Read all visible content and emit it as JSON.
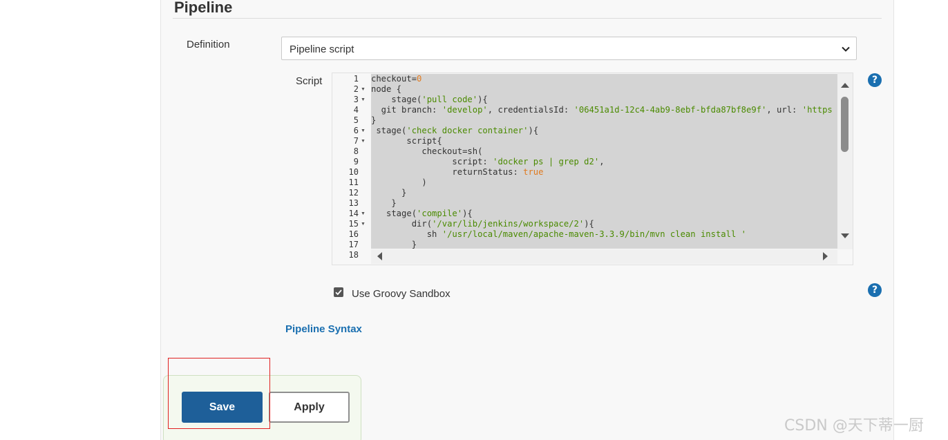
{
  "section": {
    "title": "Pipeline"
  },
  "definition": {
    "label": "Definition",
    "selected": "Pipeline script"
  },
  "script": {
    "label": "Script",
    "lines": [
      {
        "num": "1",
        "fold": false,
        "html": "checkout=<span class=\"n\">0</span>"
      },
      {
        "num": "2",
        "fold": true,
        "html": "node {"
      },
      {
        "num": "3",
        "fold": true,
        "html": "    stage(<span class=\"s\">'pull code'</span>){"
      },
      {
        "num": "4",
        "fold": false,
        "html": "  git branch: <span class=\"s\">'develop'</span>, credentialsId: <span class=\"s\">'06451a1d-12c4-4ab9-8ebf-bfda87bf8e9f'</span>, url: <span class=\"s\">'https</span>"
      },
      {
        "num": "5",
        "fold": false,
        "html": "}"
      },
      {
        "num": "6",
        "fold": true,
        "html": " stage(<span class=\"s\">'check docker container'</span>){"
      },
      {
        "num": "7",
        "fold": true,
        "html": "       script{"
      },
      {
        "num": "8",
        "fold": false,
        "html": "          checkout=sh("
      },
      {
        "num": "9",
        "fold": false,
        "html": "                script: <span class=\"s\">'docker ps | grep d2'</span>,"
      },
      {
        "num": "10",
        "fold": false,
        "html": "                returnStatus: <span class=\"n\">true</span>"
      },
      {
        "num": "11",
        "fold": false,
        "html": "          )"
      },
      {
        "num": "12",
        "fold": false,
        "html": "      }"
      },
      {
        "num": "13",
        "fold": false,
        "html": "    }"
      },
      {
        "num": "14",
        "fold": true,
        "html": "   stage(<span class=\"s\">'compile'</span>){"
      },
      {
        "num": "15",
        "fold": true,
        "html": "        dir(<span class=\"s\">'/var/lib/jenkins/workspace/2'</span>){"
      },
      {
        "num": "16",
        "fold": false,
        "html": "           sh <span class=\"s\">'/usr/local/maven/apache-maven-3.3.9/bin/mvn clean install '</span>"
      },
      {
        "num": "17",
        "fold": false,
        "html": "        }"
      },
      {
        "num": "18",
        "fold": false,
        "html": ""
      }
    ]
  },
  "sandbox": {
    "label": "Use Groovy Sandbox",
    "checked": true
  },
  "help_icon": {
    "glyph": "?"
  },
  "syntax_link": {
    "label": "Pipeline Syntax"
  },
  "buttons": {
    "save": "Save",
    "apply": "Apply"
  },
  "watermark": "CSDN @天下蒂一厨",
  "colors": {
    "primary": "#1e5f99",
    "link": "#1a6fb0",
    "highlight": "#e02020"
  }
}
